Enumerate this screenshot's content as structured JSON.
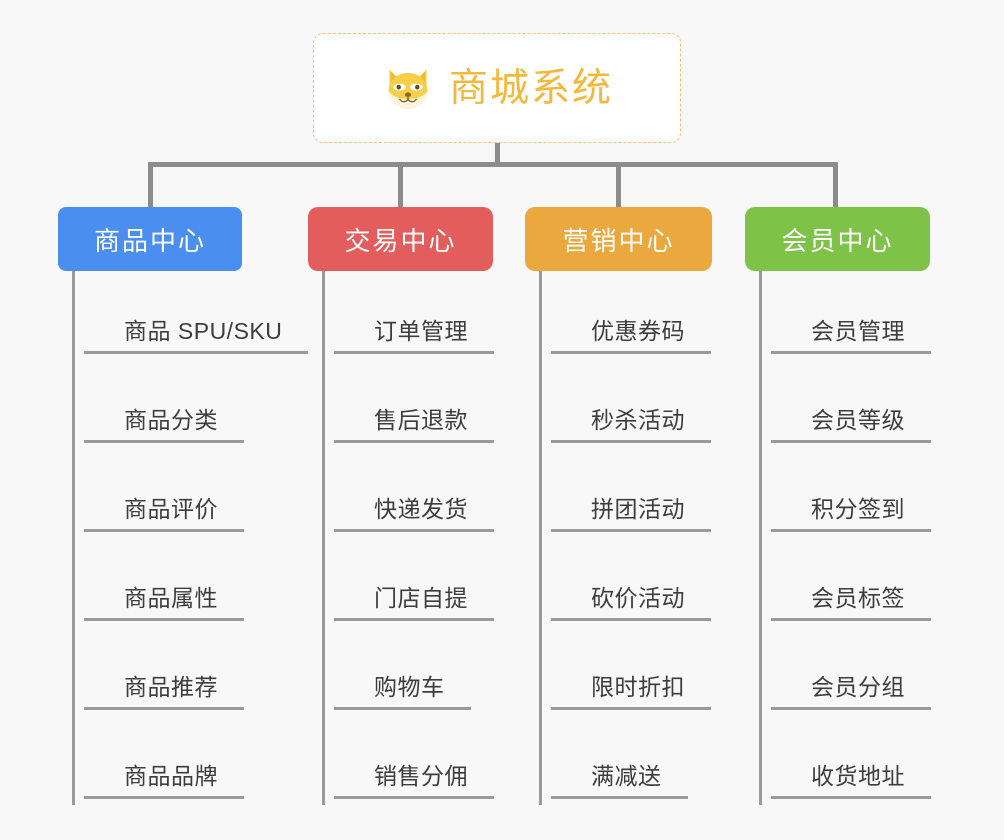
{
  "page": {
    "background_color": "#f8f8f8",
    "diagram_type": "org-chart"
  },
  "root": {
    "title": "商城系统",
    "icon": "shiba-dog-face-icon",
    "text_color": "#f2b93c",
    "border_color": "#f0c070",
    "background_color": "#ffffff"
  },
  "columns": [
    {
      "header": "商品中心",
      "color": "#4a8ef0",
      "items": [
        "商品 SPU/SKU",
        "商品分类",
        "商品评价",
        "商品属性",
        "商品推荐",
        "商品品牌"
      ]
    },
    {
      "header": "交易中心",
      "color": "#e35d5d",
      "items": [
        "订单管理",
        "售后退款",
        "快递发货",
        "门店自提",
        "购物车",
        "销售分佣"
      ]
    },
    {
      "header": "营销中心",
      "color": "#eaa83f",
      "items": [
        "优惠券码",
        "秒杀活动",
        "拼团活动",
        "砍价活动",
        "限时折扣",
        "满减送"
      ]
    },
    {
      "header": "会员中心",
      "color": "#7ec348",
      "items": [
        "会员管理",
        "会员等级",
        "积分签到",
        "会员标签",
        "会员分组",
        "收货地址"
      ]
    }
  ],
  "connector": {
    "color": "#8c8c8c"
  }
}
